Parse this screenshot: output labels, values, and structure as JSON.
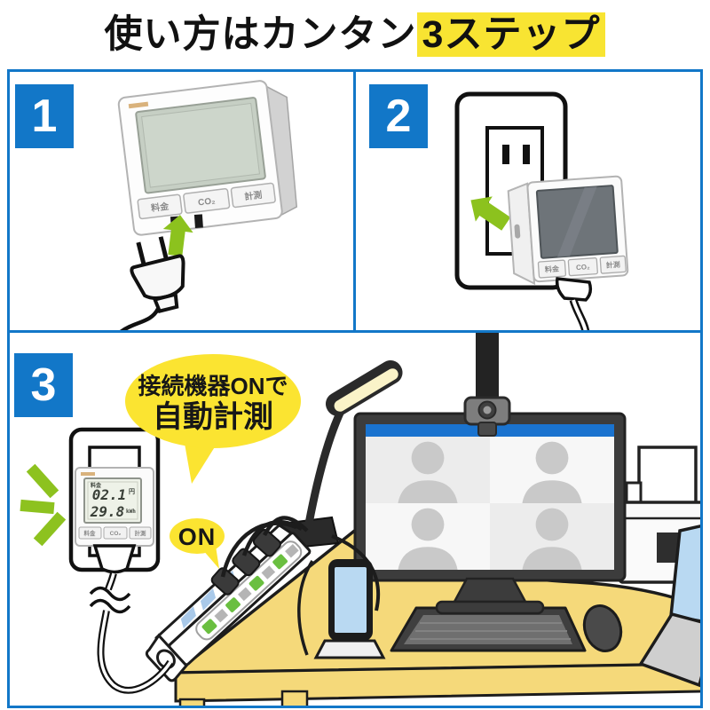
{
  "title": {
    "text": "使い方はカンタン",
    "highlight": "3ステップ"
  },
  "steps": {
    "one": {
      "number": "1",
      "device": {
        "buttons": [
          "料金",
          "CO₂",
          "計測"
        ]
      }
    },
    "two": {
      "number": "2",
      "device": {
        "buttons": [
          "料金",
          "CO₂",
          "計測"
        ]
      }
    },
    "three": {
      "number": "3",
      "speech_bubble": {
        "line1": "接続機器ONで",
        "line2": "自動計測"
      },
      "on_label": "ON",
      "device": {
        "lcd": {
          "label": "料金",
          "value_top": "02.1",
          "unit_top": "円",
          "value_bottom": "29.8",
          "unit_bottom": "kWh"
        },
        "buttons": [
          "料金",
          "CO₂",
          "計測"
        ]
      }
    }
  },
  "colors": {
    "accent_blue": "#1277c8",
    "highlight_yellow": "#f8e432",
    "bubble_yellow": "#fbe431",
    "arrow_green": "#8cc21e",
    "desk": "#f5d97a",
    "screen_titlebar_blue": "#1a73cf",
    "phone_screen_blue": "#b9d9f2"
  }
}
